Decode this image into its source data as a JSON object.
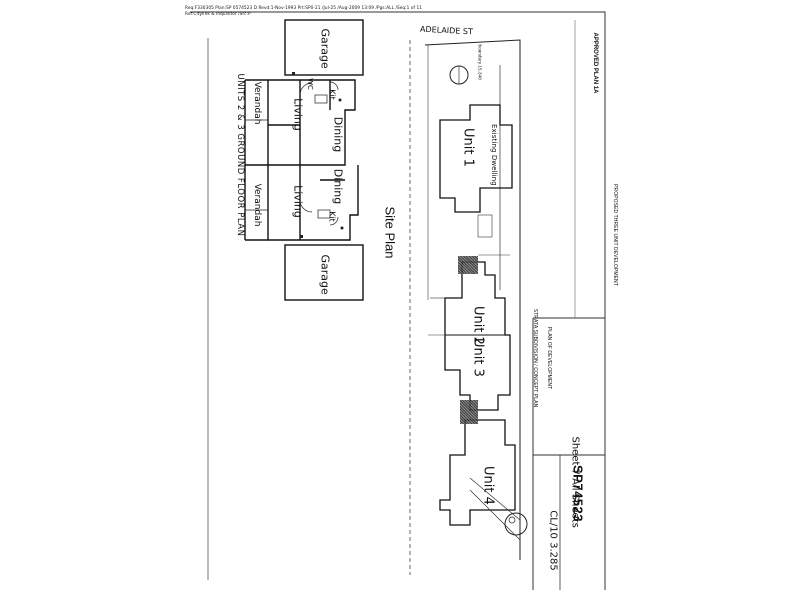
{
  "header": {
    "fax_line_1": "Req:F330305 Plan:SP 0574523 D Revd:1-Nov-1993 Prt:SP0-21 /Jul-25 /Aug-2009 13:09 /Pgs:ALL /Seq:1 of 11",
    "fax_line_2": "Ref:Citylink & Inquisitor /Src:P"
  },
  "approval": {
    "stamp": "APPROVED PLAN",
    "stamp_number": "1A"
  },
  "street": {
    "name": "ADELAIDE ST"
  },
  "site_plan": {
    "title": "Site Plan",
    "boundary_note": "boundary  15.340",
    "units": [
      {
        "label": "Unit",
        "number": "1",
        "note": "Existing Dwelling"
      },
      {
        "label": "Unit",
        "number": "2"
      },
      {
        "label": "Unit",
        "number": "3"
      },
      {
        "label": "Unit",
        "number": "4"
      }
    ]
  },
  "floor_plan": {
    "caption": "UNITS 2 & 3 GROUND FLOOR PLAN",
    "rooms_upper": [
      "Garage",
      "Dining",
      "Living",
      "Verandah",
      "Kit",
      "WC"
    ],
    "rooms_lower": [
      "Dining",
      "Living",
      "Verandah",
      "Kit",
      "Garage"
    ]
  },
  "title_block": {
    "project_line_1": "PROPOSED THREE UNIT DEVELOPMENT",
    "project_line_2": "STRATA SUBDIVISION / CONCEPT PLAN",
    "project_line_3": "PLAN OF DEVELOPMENT",
    "sheet_note": "Sheet 7 All Sheets",
    "plan_number": "SP74523",
    "handwritten_ref": "CL/10 3.285"
  }
}
